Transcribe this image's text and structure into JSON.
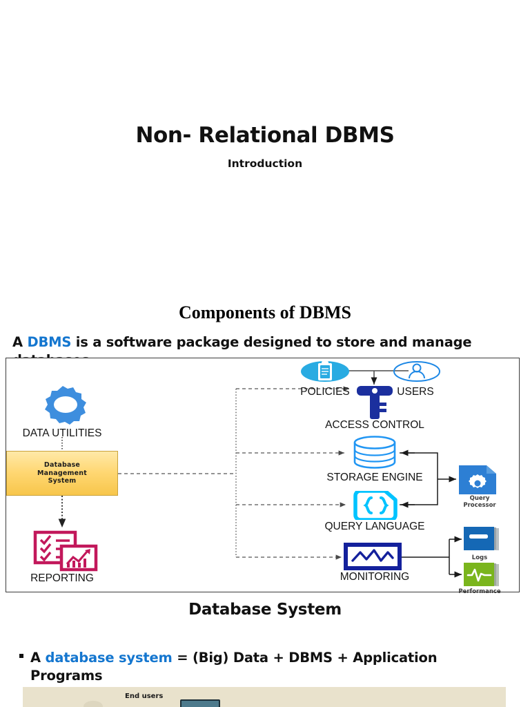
{
  "slide": {
    "main_title": "Non- Relational DBMS",
    "sub_title": "Introduction"
  },
  "section": {
    "heading": "Components of DBMS",
    "lead_prefix": "A ",
    "lead_highlight": "DBMS",
    "lead_suffix": " is a software package designed to store and manage databases",
    "highlight_color": "#1476cf"
  },
  "diagram": {
    "caption": "Database System",
    "dbms_box": {
      "line1": "Database",
      "line2": "Management",
      "line3": "System",
      "fill_top": "#ffe9a8",
      "fill_bottom": "#f7c64b"
    },
    "nodes": [
      {
        "id": "data-utilities",
        "label": "DATA UTILITIES",
        "icon": "gear-icon",
        "color": "#3e8ede"
      },
      {
        "id": "reporting",
        "label": "REPORTING",
        "icon": "report-icon",
        "color": "#c2185b"
      },
      {
        "id": "policies",
        "label": "POLICIES",
        "icon": "clipboard-icon",
        "color": "#29abe2"
      },
      {
        "id": "users",
        "label": "USERS",
        "icon": "user-icon",
        "color": "#1e88e5"
      },
      {
        "id": "access-control",
        "label": "ACCESS CONTROL",
        "icon": "key-icon",
        "color": "#1b2f9e"
      },
      {
        "id": "storage-engine",
        "label": "STORAGE ENGINE",
        "icon": "database-icon",
        "color": "#2196f3"
      },
      {
        "id": "query-language",
        "label": "QUERY LANGUAGE",
        "icon": "braces-file-icon",
        "color": "#00c3ff"
      },
      {
        "id": "monitoring",
        "label": "MONITORING",
        "icon": "waveform-icon",
        "color": "#14219c"
      }
    ],
    "side_nodes": [
      {
        "id": "query-processor",
        "line1": "Query",
        "line2": "Processor",
        "icon": "query-processor-icon",
        "color": "#2d7fd4"
      },
      {
        "id": "logs",
        "line1": "Logs",
        "line2": "",
        "icon": "logs-icon",
        "color": "#1568b5"
      },
      {
        "id": "performance",
        "line1": "Performance",
        "line2": "",
        "icon": "performance-icon",
        "color": "#7ab51d"
      }
    ]
  },
  "bullet": {
    "marker": "▪",
    "prefix": "A ",
    "highlight": "database system",
    "suffix": " = (Big) Data + DBMS + Application Programs"
  },
  "bottom_figure": {
    "label": "End users",
    "background": "#e9e2cc"
  }
}
